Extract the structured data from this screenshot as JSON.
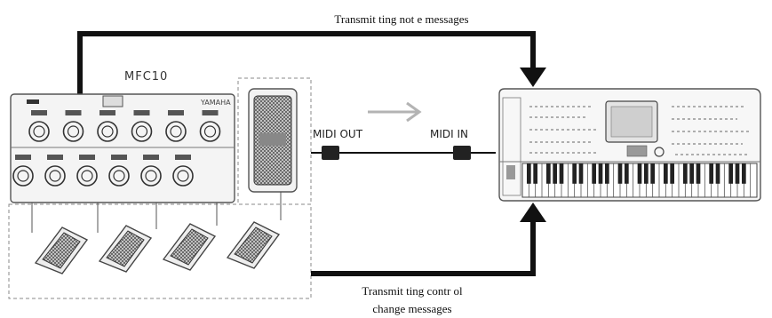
{
  "captions": {
    "top": "Transmit ting not e messages",
    "bottom_line1": "Transmit ting contr ol",
    "bottom_line2": "change messages"
  },
  "controller": {
    "model": "MFC10",
    "brand": "YAMAHA"
  },
  "connection": {
    "out_label": "MIDI OUT",
    "in_label": "MIDI IN"
  },
  "colors": {
    "line": "#111111",
    "flow_arrow": "#b3b3b3",
    "device_outline": "#555555",
    "dashed": "#888888"
  }
}
